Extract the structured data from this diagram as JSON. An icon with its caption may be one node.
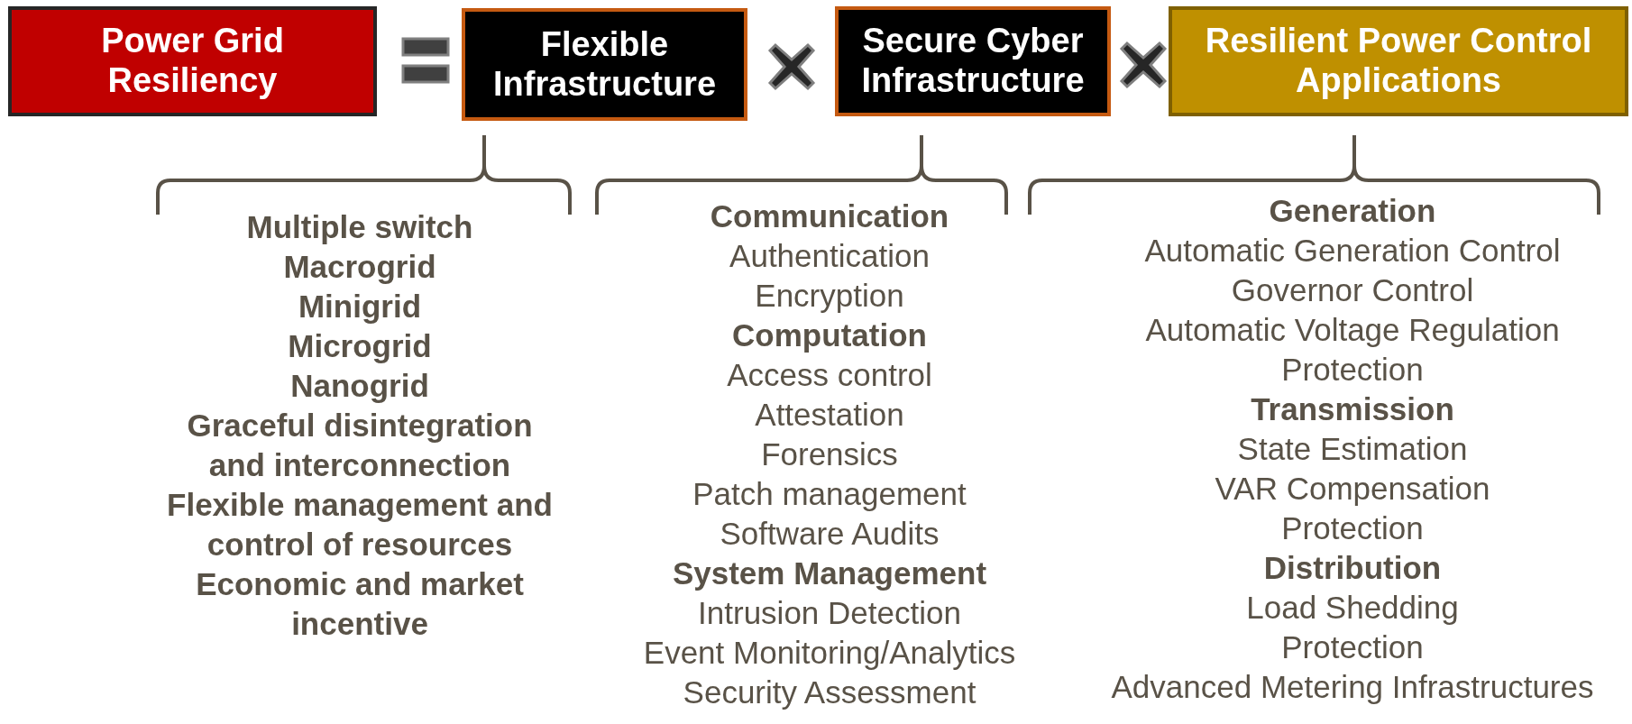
{
  "diagram": {
    "nodes": [
      {
        "text": [
          "Power Grid Resiliency"
        ]
      },
      {
        "text": [
          "Flexible Infrastructure"
        ]
      },
      {
        "text": [
          "Secure Cyber Infrastructure"
        ]
      },
      {
        "text": [
          "Resilient Power  Control Applications"
        ]
      },
      {
        "text": [
          "Multiple switch",
          "Macrogrid",
          "Minigrid",
          "Microgrid",
          "Nanogrid",
          "Graceful disintegration and interconnection",
          "Flexible management and control of resources",
          "Economic and market incentive"
        ]
      },
      {
        "text": [
          "Communication",
          "Authentication",
          "Encryption"
        ]
      },
      {
        "text": [
          "Computation",
          "Access control",
          "Attestation",
          "Forensics",
          "Patch management",
          "Software Audits"
        ]
      },
      {
        "text": [
          "System Management",
          "Intrusion Detection",
          "Event Monitoring/Analytics",
          "Security Assessment"
        ]
      },
      {
        "text": [
          "Generation",
          "Automatic Generation Control",
          "Governor Control",
          "Automatic Voltage Regulation",
          "Protection"
        ]
      },
      {
        "text": [
          "Transmission",
          "State Estimation",
          "VAR Compensation",
          "Protection"
        ]
      },
      {
        "text": [
          "Distribution",
          "Load Shedding",
          "Protection",
          "Advanced Metering Infrastructures"
        ]
      }
    ]
  }
}
